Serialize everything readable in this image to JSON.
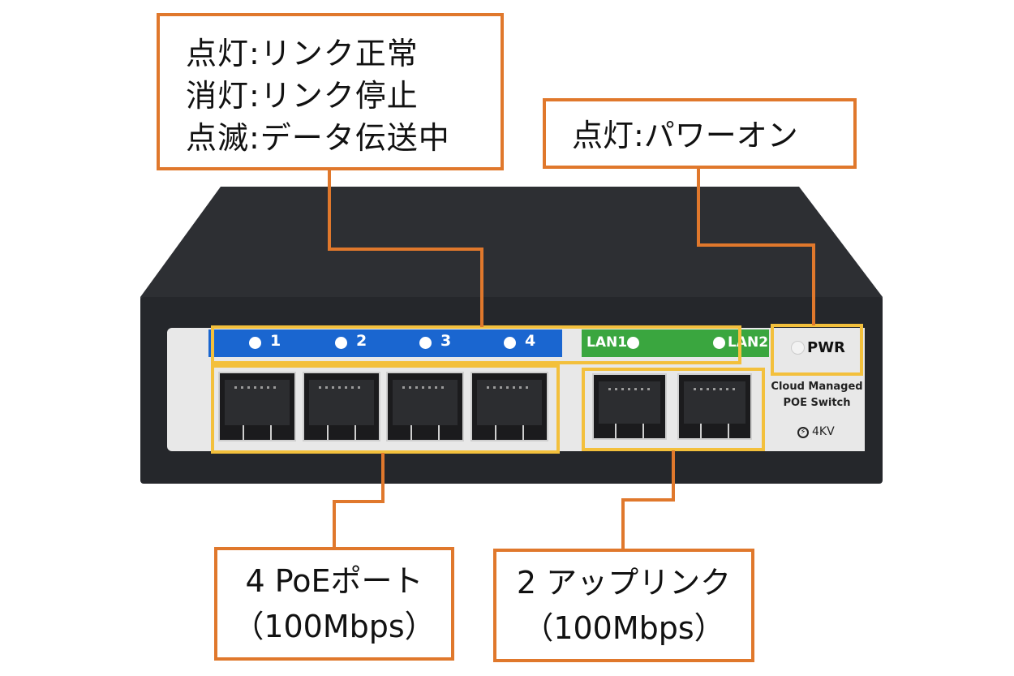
{
  "led_legend": {
    "lines": [
      "点灯:リンク正常",
      "消灯:リンク停止",
      "点滅:データ伝送中"
    ]
  },
  "pwr_legend": {
    "text": "点灯:パワーオン"
  },
  "poe_ports_callout": {
    "line1": "4 PoEポート",
    "line2": "（100Mbps）"
  },
  "uplink_callout": {
    "line1": "2 アップリンク",
    "line2": "（100Mbps）"
  },
  "switch": {
    "port_labels": [
      "1",
      "2",
      "3",
      "4"
    ],
    "uplink_labels": [
      "LAN1",
      "LAN2"
    ],
    "pwr_label": "PWR",
    "model_line1": "Cloud Managed",
    "model_line2": "POE Switch",
    "surge_label": "4KV"
  },
  "colors": {
    "callout_border": "#e0782c",
    "highlight": "#f3c03c",
    "poe_bar": "#1a66d0",
    "uplink_bar": "#3aa63f",
    "chassis": "#25272b"
  }
}
